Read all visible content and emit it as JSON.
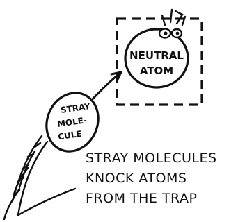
{
  "atom": {
    "label_line1": "NEUTRAL",
    "label_line2": "ATOM"
  },
  "molecule": {
    "label_line1": "STRAY",
    "label_line2": "MOLE-",
    "label_line3": "CULE"
  },
  "caption": {
    "line1": "STRAY MOLECULES",
    "line2": "KNOCK ATOMS",
    "line3": "FROM THE TRAP"
  },
  "colors": {
    "ink": "#111111",
    "background": "#ffffff"
  }
}
